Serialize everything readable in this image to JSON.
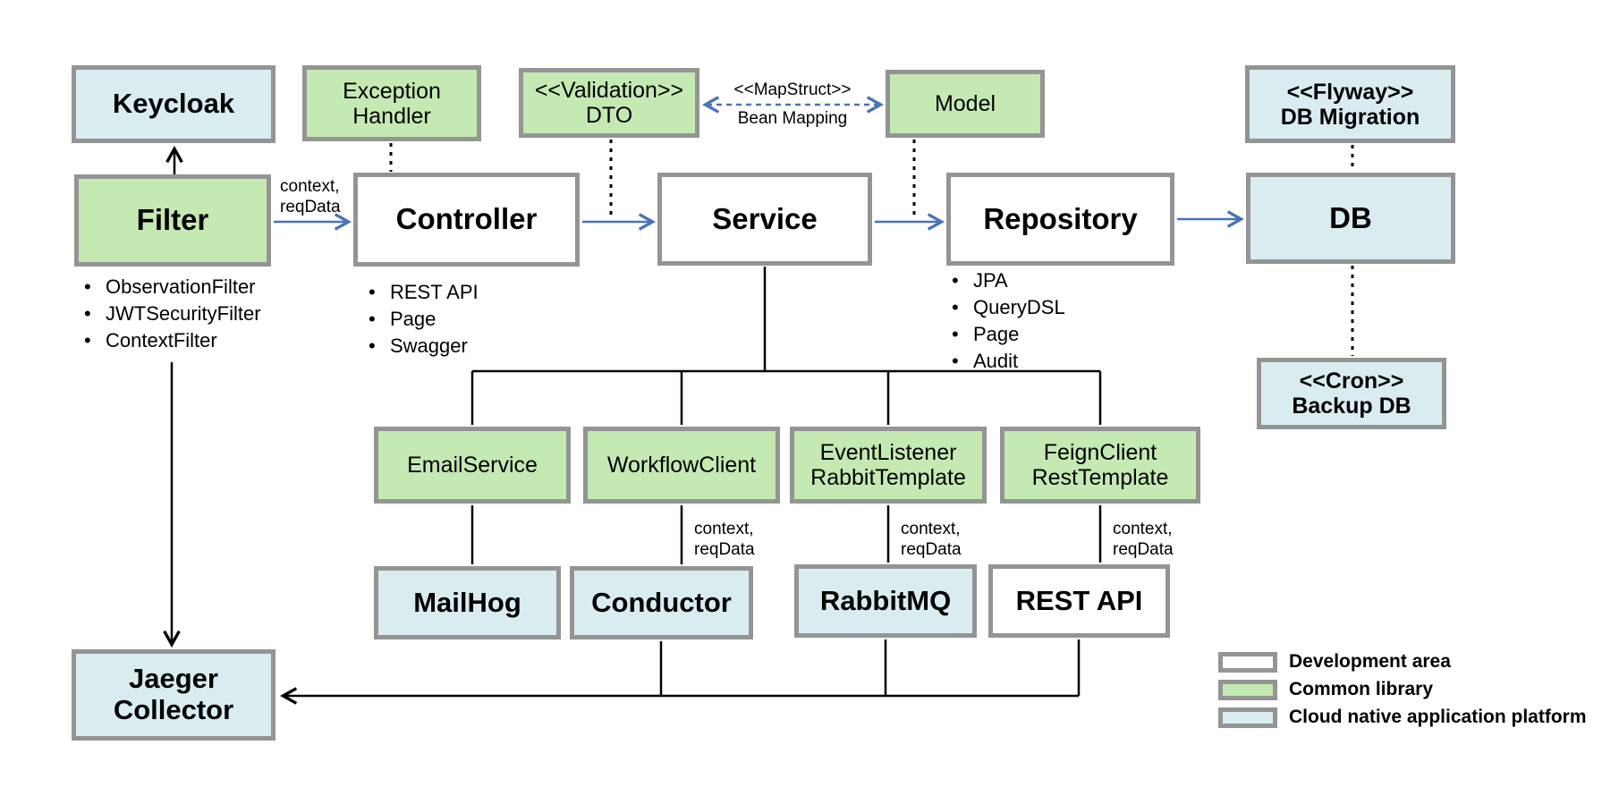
{
  "diagram": {
    "boxes": {
      "keycloak": {
        "label": "Keycloak"
      },
      "exception_handler": {
        "label": "Exception\nHandler"
      },
      "validation_dto": {
        "label": "<<Validation>>\nDTO"
      },
      "model": {
        "label": "Model"
      },
      "flyway": {
        "label": "<<Flyway>>\nDB Migration"
      },
      "filter": {
        "label": "Filter"
      },
      "controller": {
        "label": "Controller"
      },
      "service": {
        "label": "Service"
      },
      "repository": {
        "label": "Repository"
      },
      "db": {
        "label": "DB"
      },
      "cron": {
        "label": "<<Cron>>\nBackup DB"
      },
      "email_service": {
        "label": "EmailService"
      },
      "workflow_client": {
        "label": "WorkflowClient"
      },
      "event_listener": {
        "label": "EventListener\nRabbitTemplate"
      },
      "feign_client": {
        "label": "FeignClient\nRestTemplate"
      },
      "mailhog": {
        "label": "MailHog"
      },
      "conductor": {
        "label": "Conductor"
      },
      "rabbitmq": {
        "label": "RabbitMQ"
      },
      "rest_api": {
        "label": "REST API"
      },
      "jaeger": {
        "label": "Jaeger\nCollector"
      }
    },
    "bullets": {
      "filter": [
        "ObservationFilter",
        "JWTSecurityFilter",
        "ContextFilter"
      ],
      "controller": [
        "REST API",
        "Page",
        "Swagger"
      ],
      "repository": [
        "JPA",
        "QueryDSL",
        "Page",
        "Audit"
      ]
    },
    "edge_labels": {
      "filter_controller": "context,\nreqData",
      "mapstruct_line1": "<<MapStruct>>",
      "mapstruct_line2": "Bean Mapping",
      "workflow_conductor": "context,\nreqData",
      "event_rabbitmq": "context,\nreqData",
      "feign_restapi": "context,\nreqData"
    },
    "legend": {
      "items": [
        {
          "label": "Development area"
        },
        {
          "label": "Common library"
        },
        {
          "label": "Cloud native application platform"
        }
      ]
    },
    "colors": {
      "development_area": "#ffffff",
      "common_library": "#c5e9b2",
      "cloud_platform": "#d9edf1",
      "box_border": "#949494",
      "flow_arrow": "#4a72b8",
      "line": "#000000"
    }
  }
}
